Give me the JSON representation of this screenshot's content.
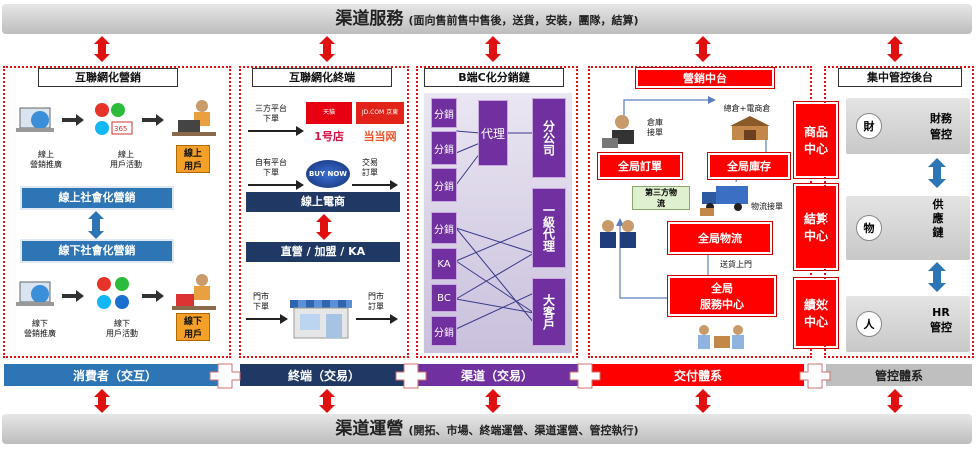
{
  "top_band": {
    "title": "渠道服務",
    "subtitle": "(面向售前售中售後，送貨，安裝，團隊，結算)"
  },
  "bottom_band": {
    "title": "渠道運營",
    "subtitle": "(開拓、市場、終端運營、渠道運營、管控執行)"
  },
  "panel1": {
    "title": "互聯網化營銷",
    "label_online_promo": "線上\n營銷推廣",
    "label_online_activity": "線上\n用戶活動",
    "online_user": "線上\n用戶",
    "online_social": "線上社會化營銷",
    "offline_social": "線下社會化營銷",
    "label_offline_promo": "線下\n營銷推廣",
    "label_offline_activity": "線下\n用戶活動",
    "offline_user": "線下\n用戶"
  },
  "panel2": {
    "title": "互聯網化終端",
    "third_party": "三方平台\n下單",
    "logo_tmall": "天貓 TMALL.COM",
    "logo_jd": "JD.COM 京東",
    "logo_yhd": "1号店",
    "logo_dangdang": "当当网",
    "own_platform": "自有平台\n下單",
    "buy_now": "BUY NOW",
    "trade_order": "交易\n訂單",
    "online_ecom": "線上電商",
    "direct": "直營 / 加盟 / KA",
    "store_order_in": "門市\n下單",
    "store_order_out": "門市\n訂單"
  },
  "panel3": {
    "title": "B端C化分銷鏈",
    "left": [
      "分銷",
      "分銷",
      "分銷",
      "分銷",
      "KA",
      "BC",
      "分銷"
    ],
    "agent": "代理",
    "right": [
      "分公司",
      "一級代理",
      "大客戶"
    ]
  },
  "panel4": {
    "title": "營銷中台",
    "warehouse_receive": "倉庫\n接單",
    "warehouse_top": "總倉+電商倉",
    "global_order": "全局訂單",
    "global_inventory": "全局庫存",
    "third_logistics": "第三方物\n流",
    "logistics_receive": "物流接單",
    "global_logistics": "全局物流",
    "delivery": "送貨上門",
    "global_service": "全局\n服務中心",
    "product_center": "商品\n中心",
    "settlement_center": "結算\n中心",
    "performance_center": "績效\n中心"
  },
  "panel5": {
    "title": "集中管控後台",
    "items": [
      {
        "circle": "財",
        "label": "財務\n管控"
      },
      {
        "circle": "物",
        "label": "供\n應\n鏈"
      },
      {
        "circle": "人",
        "label": "HR\n管控"
      }
    ]
  },
  "tabs": [
    "消費者（交互）",
    "終端（交易）",
    "渠道（交易）",
    "交付體系",
    "管控體系"
  ],
  "colors": {
    "red": "#ff0000",
    "blue": "#2e75b6",
    "navy": "#1f3864",
    "purple": "#7030a0",
    "grey": "#bfbfbf"
  }
}
